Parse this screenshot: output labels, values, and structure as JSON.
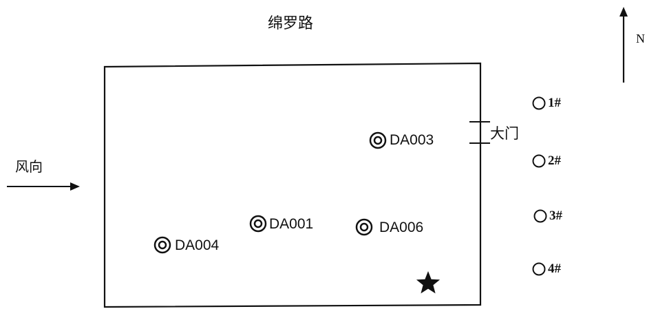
{
  "road_label": "绵罗路",
  "north_label": "N",
  "wind_label": "风向",
  "gate_label": "大门",
  "sampling_points": [
    {
      "label": "DA003"
    },
    {
      "label": "DA001"
    },
    {
      "label": "DA006"
    },
    {
      "label": "DA004"
    }
  ],
  "residences": [
    {
      "label": "1#"
    },
    {
      "label": "2#"
    },
    {
      "label": "3#"
    },
    {
      "label": "4#"
    }
  ],
  "colors": {
    "ink": "#111111",
    "background": "#ffffff"
  }
}
